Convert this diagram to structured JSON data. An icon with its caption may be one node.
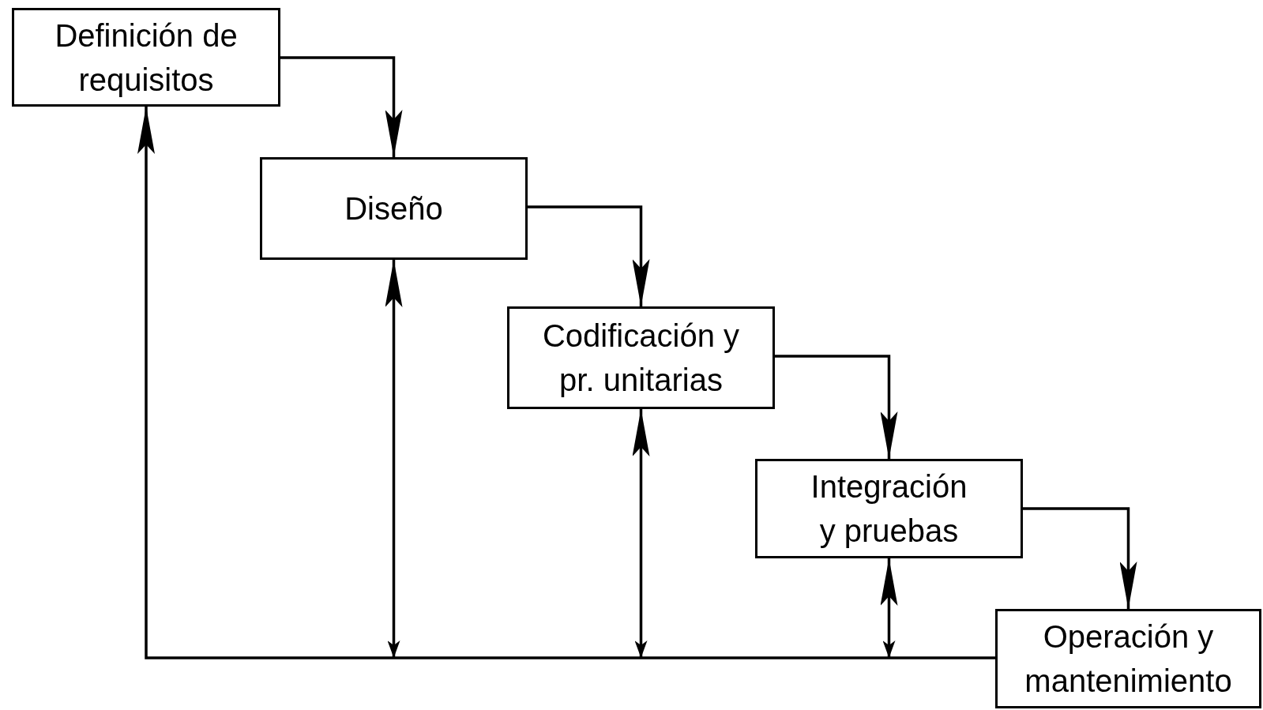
{
  "diagram": {
    "nodes": [
      {
        "text": [
          "Definición de requisitos"
        ]
      },
      {
        "text": [
          "Diseño"
        ]
      },
      {
        "text": [
          "Codificación y pr. unitarias"
        ]
      },
      {
        "text": [
          "Integración y pruebas"
        ]
      },
      {
        "text": [
          "Operación y mantenimiento"
        ]
      }
    ],
    "edges": [
      {
        "from": 0,
        "to": 1,
        "arrow": "to"
      },
      {
        "from": 1,
        "to": 2,
        "arrow": "to"
      },
      {
        "from": 2,
        "to": 3,
        "arrow": "to"
      },
      {
        "from": 3,
        "to": 4,
        "arrow": "to"
      },
      {
        "from": 4,
        "to": 0,
        "arrow": "to"
      },
      {
        "from": null,
        "to": 1,
        "arrow": "both"
      },
      {
        "from": null,
        "to": 2,
        "arrow": "both"
      },
      {
        "from": null,
        "to": 3,
        "arrow": "both"
      }
    ]
  }
}
